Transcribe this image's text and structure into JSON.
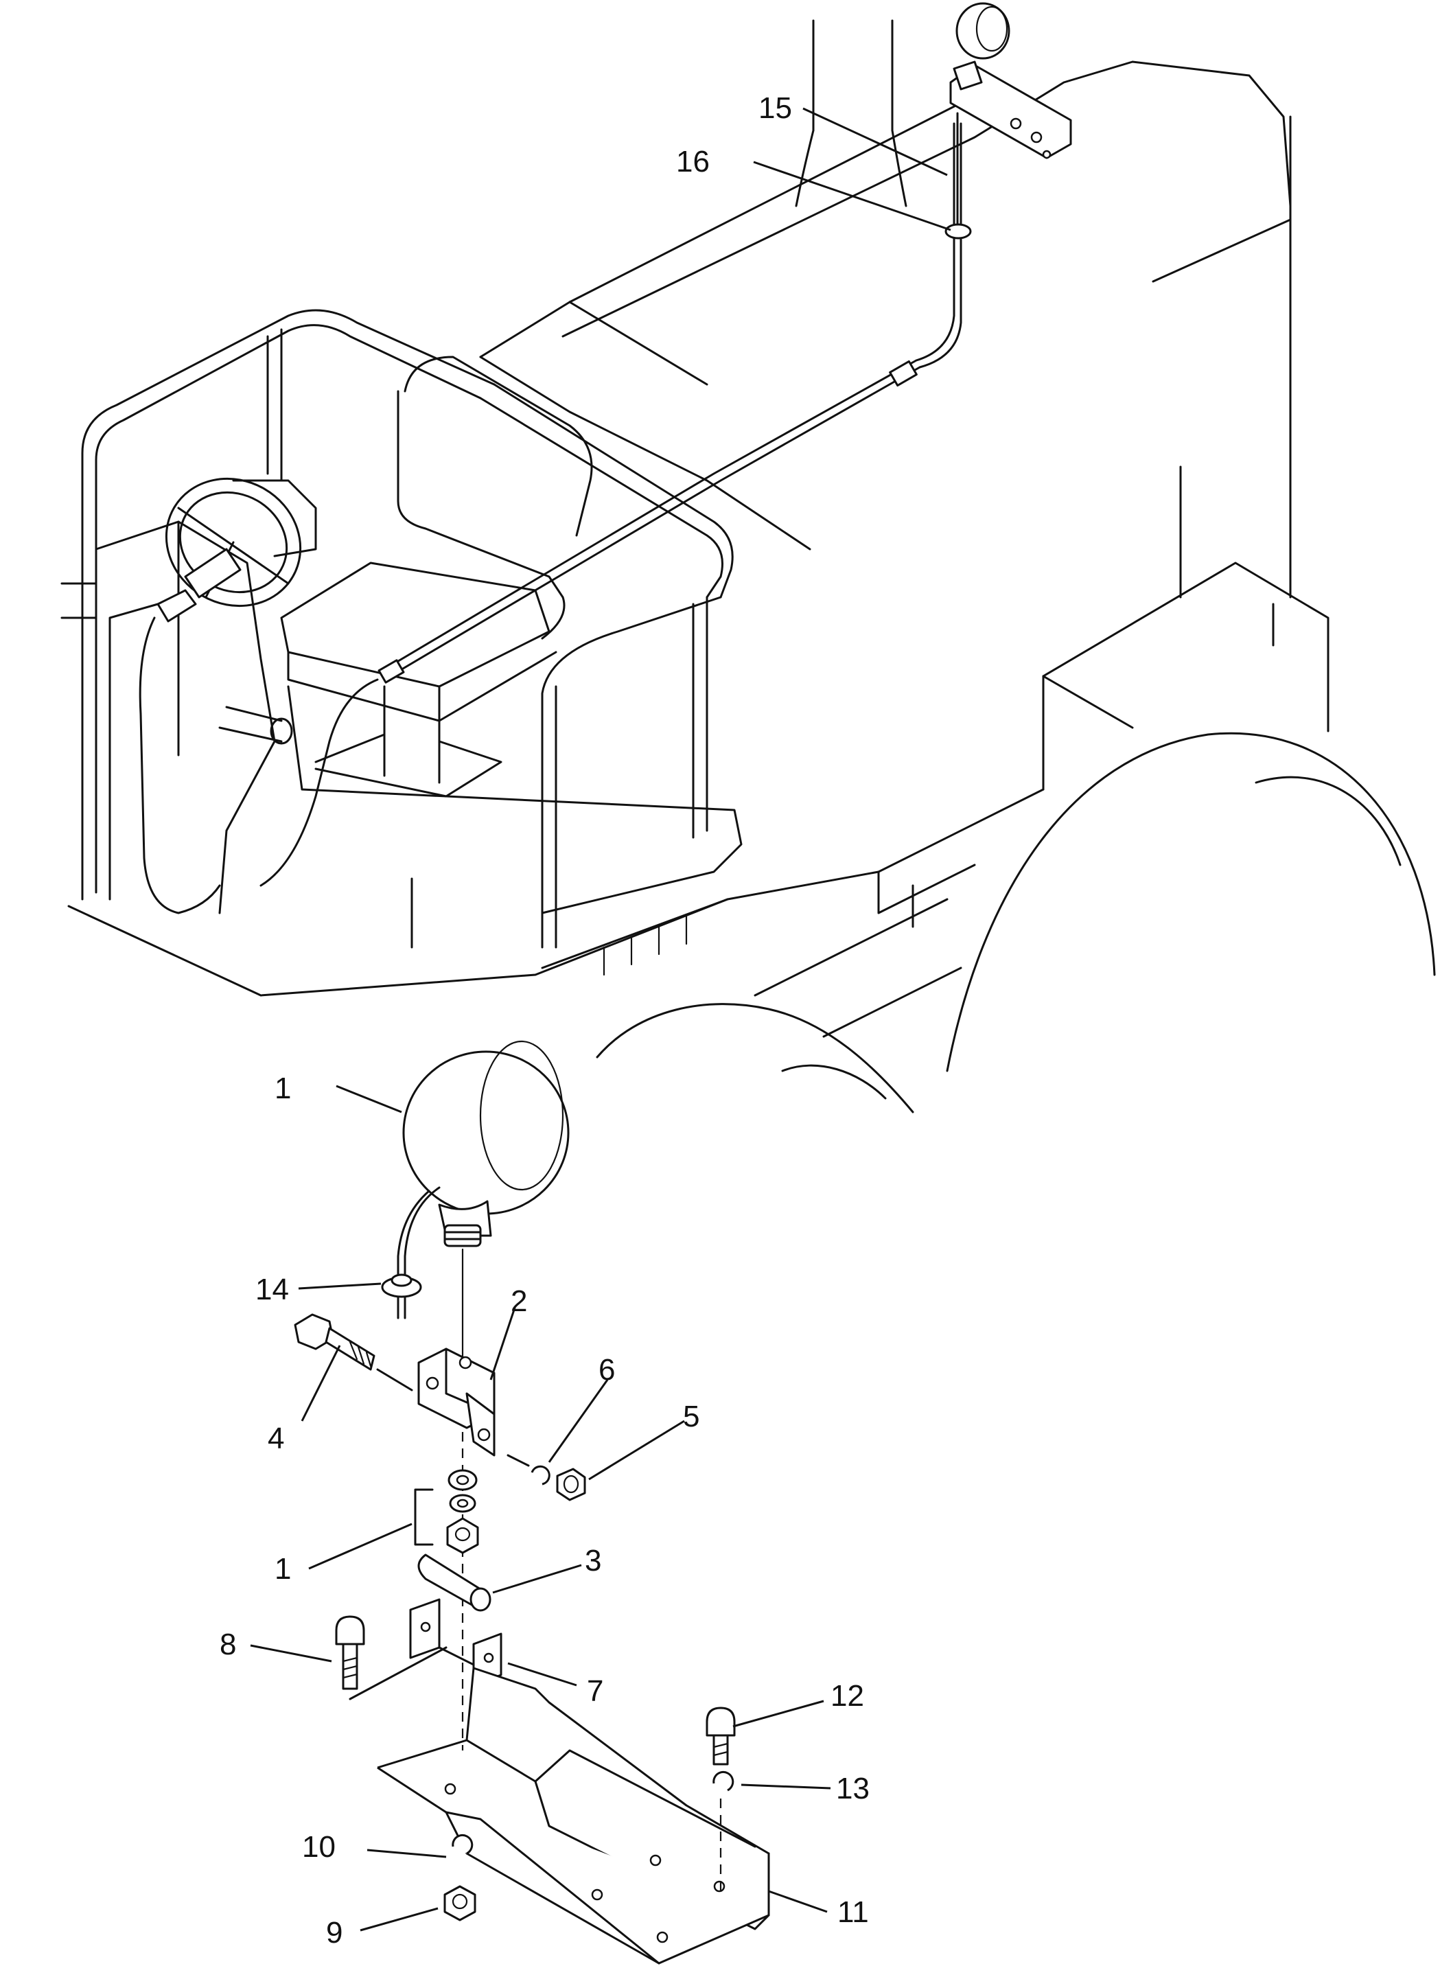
{
  "callouts": [
    {
      "id": "c1a",
      "label": "1"
    },
    {
      "id": "c1b",
      "label": "1"
    },
    {
      "id": "c2",
      "label": "2"
    },
    {
      "id": "c3",
      "label": "3"
    },
    {
      "id": "c4",
      "label": "4"
    },
    {
      "id": "c5",
      "label": "5"
    },
    {
      "id": "c6",
      "label": "6"
    },
    {
      "id": "c7",
      "label": "7"
    },
    {
      "id": "c8",
      "label": "8"
    },
    {
      "id": "c9",
      "label": "9"
    },
    {
      "id": "c10",
      "label": "10"
    },
    {
      "id": "c11",
      "label": "11"
    },
    {
      "id": "c12",
      "label": "12"
    },
    {
      "id": "c13",
      "label": "13"
    },
    {
      "id": "c14",
      "label": "14"
    },
    {
      "id": "c15",
      "label": "15"
    },
    {
      "id": "c16",
      "label": "16"
    }
  ]
}
